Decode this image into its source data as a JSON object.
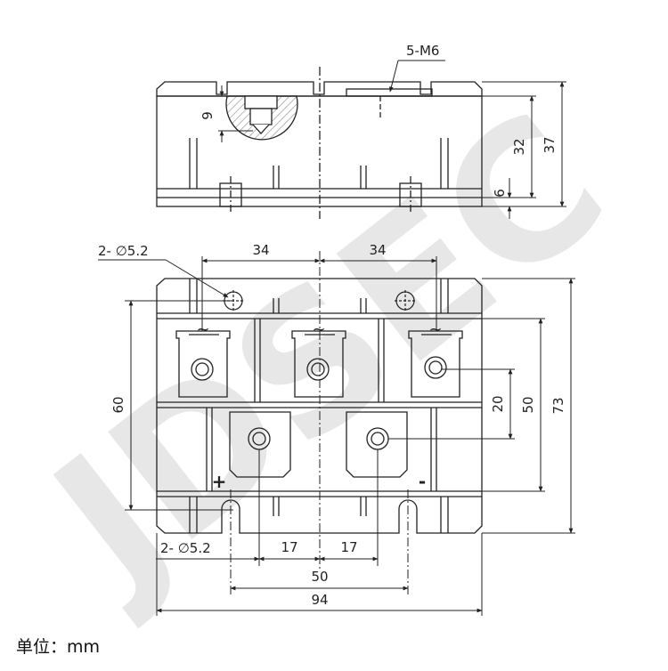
{
  "watermark": "JDSEC",
  "unit_label": "单位：mm",
  "top_view": {
    "thread_callout": "5-M6",
    "dims": {
      "thread_depth": "9",
      "height_body": "32",
      "height_total": "37",
      "height_base": "6"
    }
  },
  "front_view": {
    "hole_callout_top": "2- ∅5.2",
    "hole_callout_bottom": "2- ∅5.2",
    "dims": {
      "pitch_left": "34",
      "pitch_right": "34",
      "terminal_pitch_left": "17",
      "terminal_pitch_right": "17",
      "hole_spacing": "50",
      "overall_width": "94",
      "height_60": "60",
      "height_20": "20",
      "height_50": "50",
      "height_73": "73"
    },
    "terminal_marks": {
      "ac1": "~",
      "ac2": "~",
      "ac3": "~",
      "plus": "+",
      "minus": "-"
    }
  },
  "colors": {
    "line": "#222222",
    "watermark": "#e6e6e6",
    "hatch": "#999999"
  }
}
